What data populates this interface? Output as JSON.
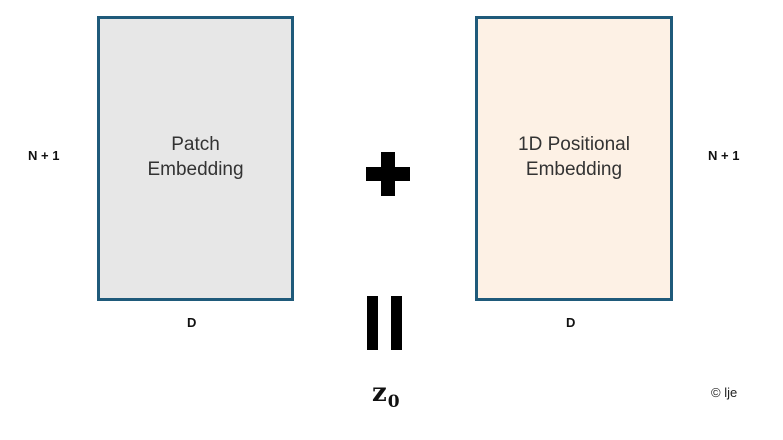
{
  "left_box": {
    "label": "Patch\nEmbedding",
    "fill": "#e7e7e7",
    "border": "#1f5a7a",
    "row_dim": "N + 1",
    "col_dim": "D"
  },
  "right_box": {
    "label": "1D Positional\nEmbedding",
    "fill": "#fdf1e5",
    "border": "#1f5a7a",
    "row_dim": "N + 1",
    "col_dim": "D"
  },
  "operators": {
    "plus": "plus-sign-icon",
    "equals": "equals-sign-icon"
  },
  "result": {
    "symbol": "z",
    "subscript": "0"
  },
  "copyright": "© lje"
}
